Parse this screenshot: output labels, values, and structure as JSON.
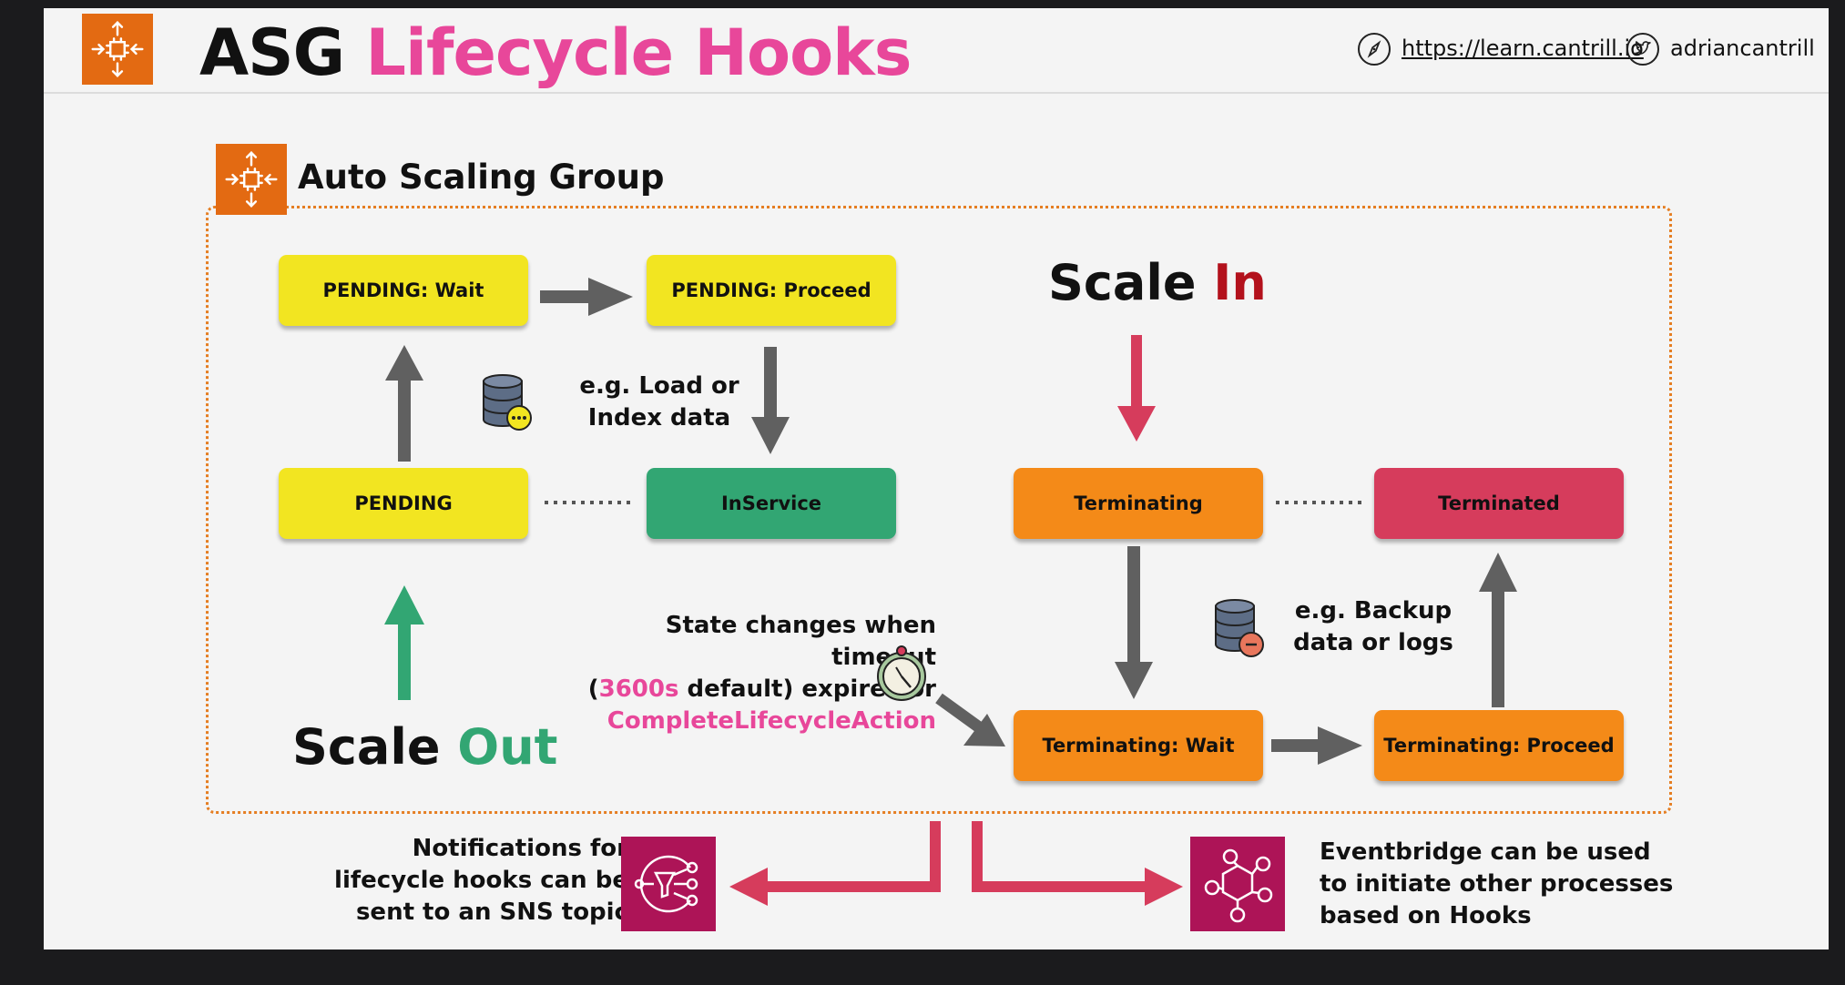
{
  "header": {
    "title_main": "ASG",
    "title_accent": "Lifecycle Hooks",
    "link_url": "https://learn.cantrill.io",
    "twitter_handle": "adriancantrill"
  },
  "group": {
    "title": "Auto Scaling Group"
  },
  "states": {
    "pending_wait": "PENDING: Wait",
    "pending_proceed": "PENDING: Proceed",
    "pending": "PENDING",
    "inservice": "InService",
    "terminating": "Terminating",
    "terminated": "Terminated",
    "terminating_wait": "Terminating: Wait",
    "terminating_proceed": "Terminating: Proceed"
  },
  "scale_in": {
    "word": "Scale",
    "accent": "In"
  },
  "scale_out": {
    "word": "Scale",
    "accent": "Out"
  },
  "notes": {
    "load_line1": "e.g. Load or",
    "load_line2": "Index data",
    "backup_line1": "e.g. Backup",
    "backup_line2": "data or logs",
    "timeout_line1": "State changes when timeout",
    "timeout_open": "(",
    "timeout_value": "3600s",
    "timeout_rest": " default) expires or",
    "timeout_action": "CompleteLifecycleAction",
    "sns_line1": "Notifications for",
    "sns_line2": "lifecycle hooks can be",
    "sns_line3": "sent to an SNS topic",
    "eb_line1": "Eventbridge can be used",
    "eb_line2": "to initiate other processes",
    "eb_line3": "based on Hooks"
  },
  "icons": {
    "asg": "auto-scaling-icon",
    "compass": "compass-icon",
    "twitter": "twitter-icon",
    "database_load": "database-icon",
    "database_backup": "database-icon",
    "timer": "stopwatch-icon",
    "sns": "sns-icon",
    "eventbridge": "eventbridge-icon"
  },
  "colors": {
    "accent_pink": "#e8479a",
    "scale_in_red": "#b3111c",
    "scale_out_green": "#32a673",
    "pending_yellow": "#f2e521",
    "inservice_green": "#32a673",
    "terminating_orange": "#f48a18",
    "terminated_red": "#d63c5c",
    "arrow_gray": "#606060",
    "notify_red": "#d63c5c"
  }
}
